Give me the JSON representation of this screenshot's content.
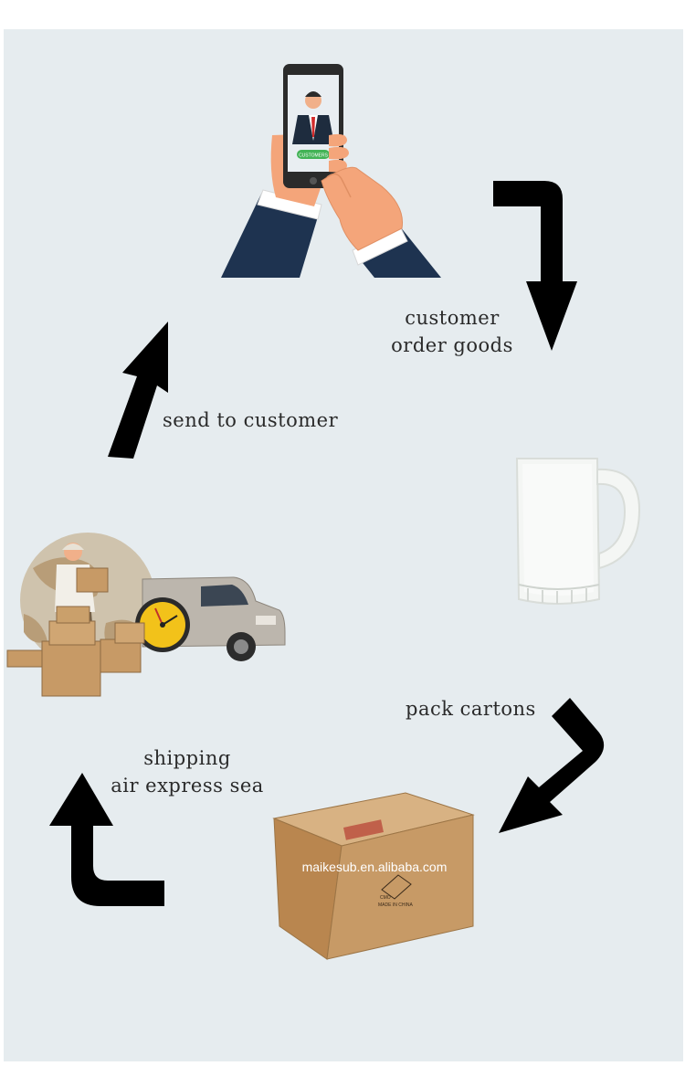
{
  "steps": {
    "customer_order": {
      "line1": "customer",
      "line2": "order goods"
    },
    "pack": {
      "label": "pack  cartons"
    },
    "shipping": {
      "line1": "shipping",
      "line2": "air express sea"
    },
    "send": {
      "label": "send to customer"
    }
  },
  "phone": {
    "button_text": "CUSTOMERS"
  },
  "carton": {
    "watermark": "maikesub.en.alibaba.com",
    "print_1": "CMO",
    "print_2": "MADE IN CHINA"
  },
  "colors": {
    "background": "#e6ecef",
    "arrow": "#000000",
    "suit": "#1e3350",
    "skin": "#f4a57a",
    "cardboard": "#c79a66",
    "mug": "#f4f6f4"
  },
  "icons": [
    "phone-hands-illustration",
    "beer-mug-image",
    "carton-box-image",
    "delivery-collage-image"
  ]
}
